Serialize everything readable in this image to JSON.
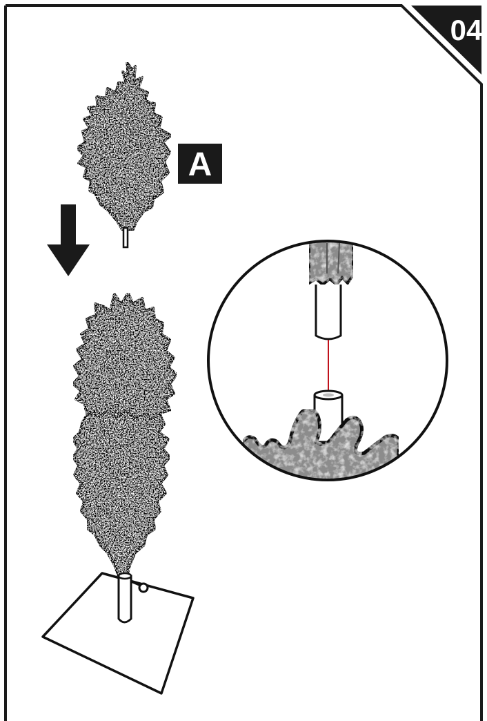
{
  "step": {
    "number": "04"
  },
  "parts": {
    "top_section_label": "A"
  },
  "colors": {
    "frame": "#1a1a1a",
    "foliage_fill": "#8a8a8a",
    "foliage_speckle": "#d9d9d9",
    "foliage_dark_speckle": "#2b2b2b",
    "alignment_line": "#c0111b",
    "badge_bg": "#1a1a1a",
    "detail_foliage": "#8c8c8c"
  },
  "icons": {
    "arrow": "down-arrow-icon",
    "detail": "magnifier-detail-circle"
  }
}
